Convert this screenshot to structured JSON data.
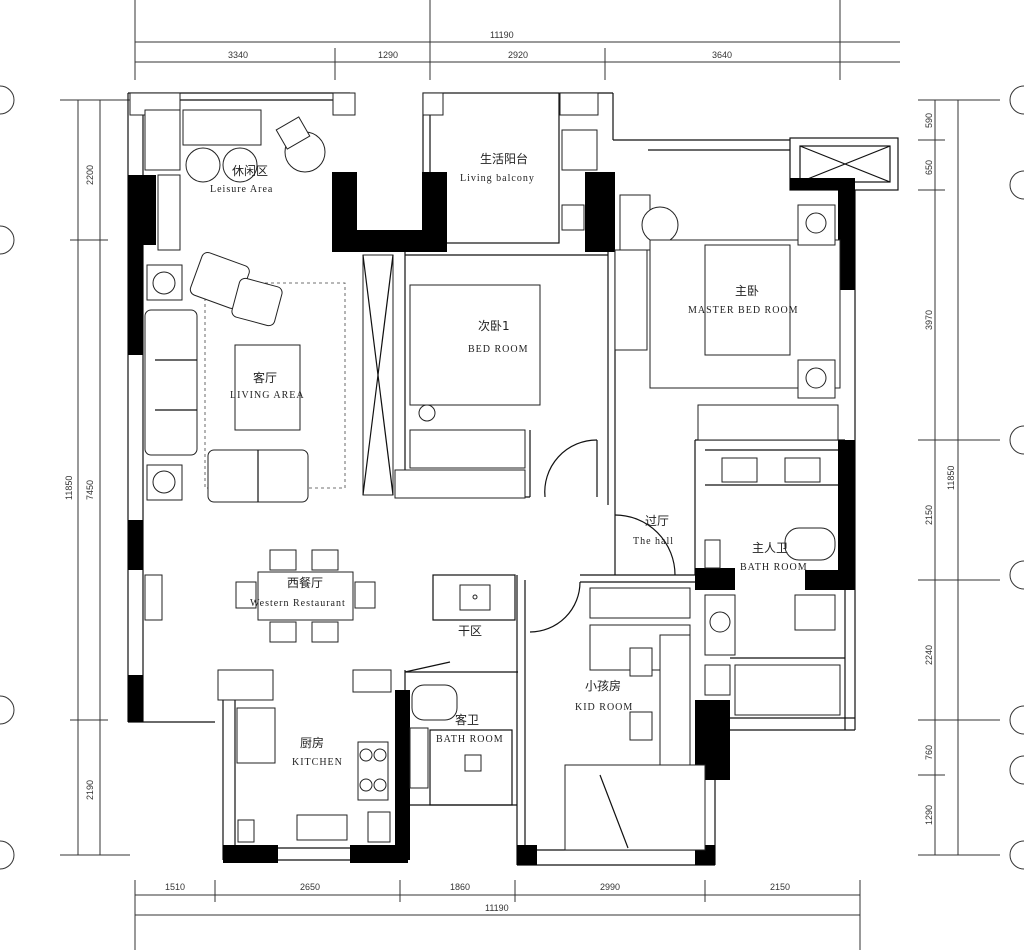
{
  "dimensions": {
    "top": {
      "total": "11190",
      "segments": [
        "3340",
        "1290",
        "2920",
        "3640"
      ]
    },
    "bottom": {
      "total": "11190",
      "segments": [
        "1510",
        "2650",
        "1860",
        "2990",
        "2150"
      ]
    },
    "left": {
      "total_outer": "11850",
      "total_inner": "7450",
      "segments": [
        "2200",
        "2190"
      ]
    },
    "right": {
      "total": "11850",
      "segments": [
        "590",
        "650",
        "3970",
        "2150",
        "2240",
        "760",
        "1290"
      ]
    }
  },
  "rooms": [
    {
      "id": "leisure",
      "zh": "休闲区",
      "en": "Leisure Area"
    },
    {
      "id": "living-balcony",
      "zh": "生活阳台",
      "en": "Living balcony"
    },
    {
      "id": "master-bedroom",
      "zh": "主卧",
      "en": "MASTER  BED  ROOM"
    },
    {
      "id": "second-bedroom",
      "zh": "次卧1",
      "en": "BED  ROOM"
    },
    {
      "id": "living",
      "zh": "客厅",
      "en": "LIVING  AREA"
    },
    {
      "id": "hall",
      "zh": "过厅",
      "en": "The  hall"
    },
    {
      "id": "master-bath",
      "zh": "主人卫",
      "en": "BATH ROOM"
    },
    {
      "id": "western-restaurant",
      "zh": "西餐厅",
      "en": "Western Restaurant"
    },
    {
      "id": "dry-area",
      "zh": "干区",
      "en": ""
    },
    {
      "id": "kid-room",
      "zh": "小孩房",
      "en": "KID  ROOM"
    },
    {
      "id": "guest-bath",
      "zh": "客卫",
      "en": "BATH ROOM"
    },
    {
      "id": "kitchen",
      "zh": "厨房",
      "en": "KITCHEN"
    }
  ]
}
